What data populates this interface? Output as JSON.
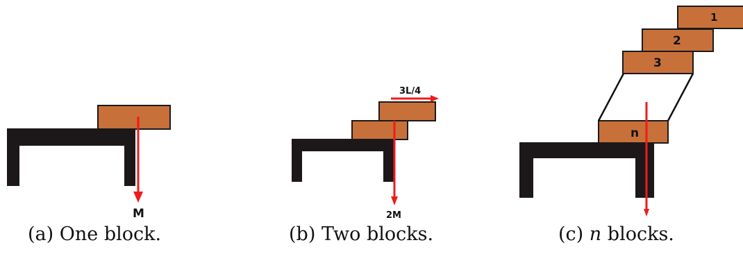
{
  "panels": {
    "a": {
      "force_label": "M",
      "caption_prefix": "(a)",
      "caption_text": "One block."
    },
    "b": {
      "force_label": "2M",
      "offset_label": "3L/4",
      "caption_prefix": "(b)",
      "caption_text": "Two blocks."
    },
    "c": {
      "block_labels": [
        "1",
        "2",
        "3",
        "n"
      ],
      "caption_prefix": "(c)",
      "caption_var": "n",
      "caption_text": "blocks."
    }
  },
  "colors": {
    "block": "#c8703a",
    "table": "#1c1718",
    "arrow": "#ee1c1c"
  }
}
